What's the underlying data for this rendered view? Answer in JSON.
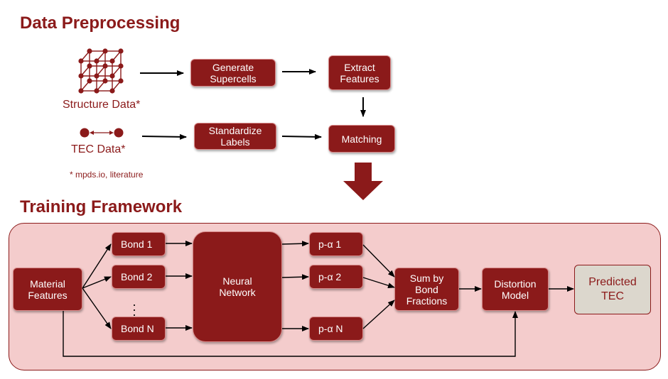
{
  "preprocessing": {
    "title": "Data Preprocessing",
    "structure_label": "Structure Data*",
    "tec_label": "TEC Data*",
    "footnote": "* mpds.io, literature",
    "generate_supercells": "Generate\nSupercells",
    "extract_features": "Extract\nFeatures",
    "standardize_labels": "Standardize\nLabels",
    "matching": "Matching"
  },
  "training": {
    "title": "Training Framework",
    "material_features": "Material\nFeatures",
    "bond_1": "Bond 1",
    "bond_2": "Bond 2",
    "bond_n": "Bond N",
    "neural_network": "Neural\nNetwork",
    "p_alpha_1": "p-α 1",
    "p_alpha_2": "p-α 2",
    "p_alpha_n": "p-α N",
    "sum_by_bond_fractions": "Sum by\nBond\nFractions",
    "distortion_model": "Distortion\nModel",
    "predicted_tec": "Predicted\nTEC"
  },
  "colors": {
    "primary": "#8b1a1a",
    "panel_bg": "#f4cccc",
    "predicted_bg": "#dcd7cd"
  },
  "icons": [
    "crystal-lattice-icon",
    "double-arrow-dumbbell-icon",
    "down-block-arrow-icon"
  ]
}
